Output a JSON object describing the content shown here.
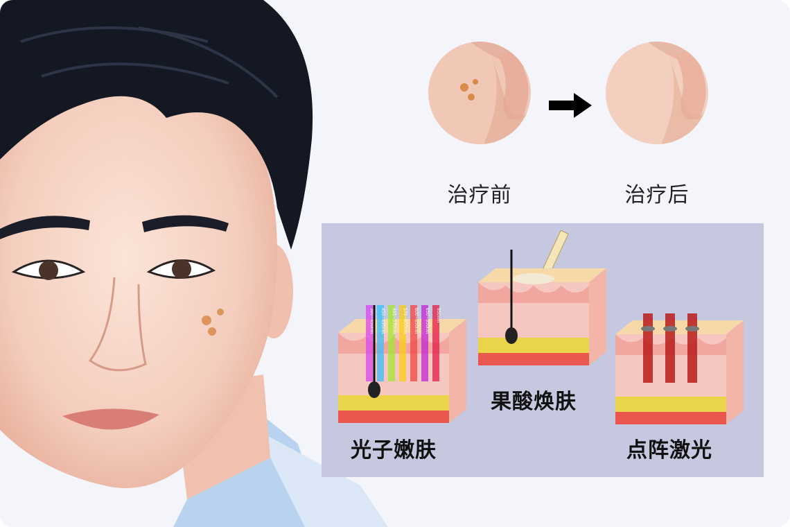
{
  "comparison": {
    "before_label": "治疗前",
    "after_label": "治疗后"
  },
  "treatments": {
    "ipl": {
      "label": "光子嫩肤",
      "wavelengths": [
        "380~450nm",
        "450~495nm",
        "495~570nm",
        "570~600nm",
        "600~650nm",
        "650~950nm",
        "950nm"
      ],
      "band_colors": [
        "#d946ef",
        "#38bdf8",
        "#a3e635",
        "#facc15",
        "#ef4444",
        "#c026d3",
        "#e11d48"
      ]
    },
    "peel": {
      "label": "果酸焕肤"
    },
    "laser": {
      "label": "点阵激光"
    }
  },
  "colors": {
    "panel_bg": "#c6c8e0",
    "skin_top": "#f7d8a8",
    "dermis": "#f6c6c0",
    "fat": "#e9d44a",
    "muscle": "#e9574f"
  }
}
